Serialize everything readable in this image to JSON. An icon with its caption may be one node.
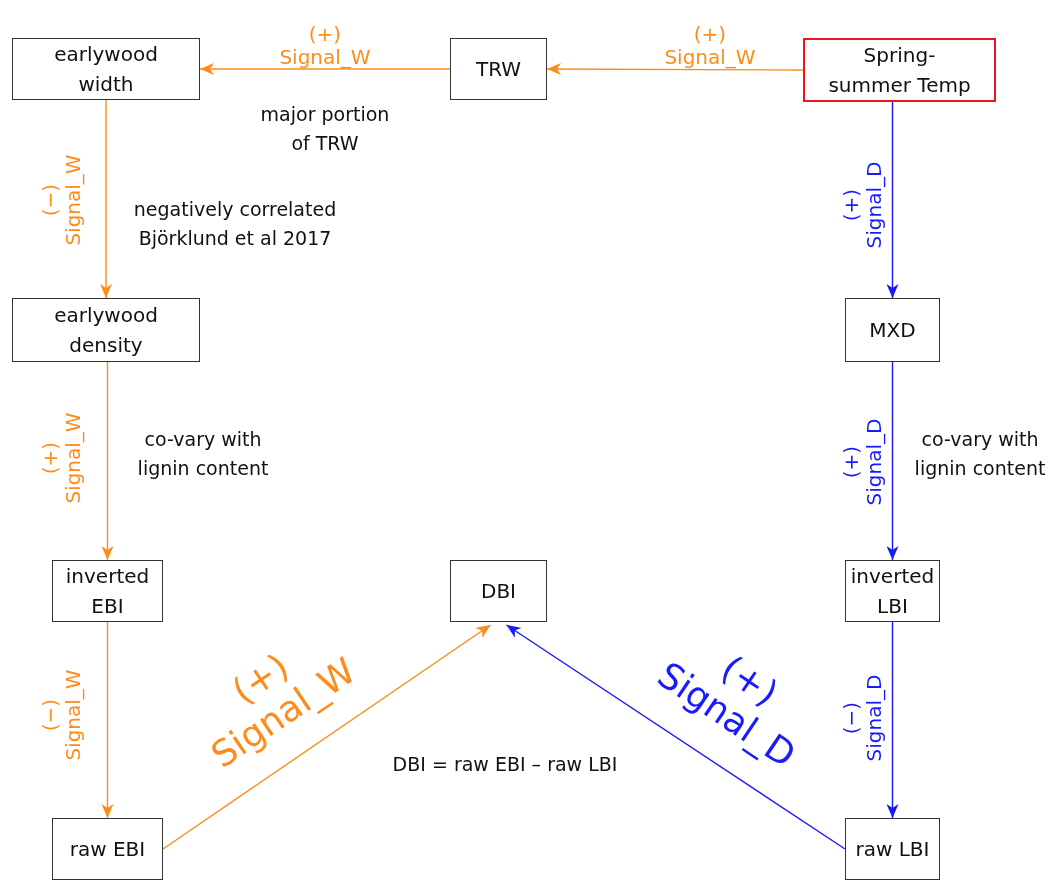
{
  "diagram": {
    "nodes": [
      {
        "text": [
          "earlywood width"
        ]
      },
      {
        "text": [
          "TRW"
        ]
      },
      {
        "text": [
          "Spring-summer Temp"
        ]
      },
      {
        "text": [
          "earlywood density"
        ]
      },
      {
        "text": [
          "MXD"
        ]
      },
      {
        "text": [
          "inverted EBI"
        ]
      },
      {
        "text": [
          "DBI"
        ]
      },
      {
        "text": [
          "inverted LBI"
        ]
      },
      {
        "text": [
          "raw EBI"
        ]
      },
      {
        "text": [
          "raw LBI"
        ]
      }
    ],
    "edges": [
      {
        "from": 2,
        "to": 1,
        "arrow": "to",
        "label": "(+) Signal_W"
      },
      {
        "from": 1,
        "to": 0,
        "arrow": "to",
        "label": "(+) Signal_W"
      },
      {
        "from": 0,
        "to": 3,
        "arrow": "to",
        "label": "(−) Signal_W"
      },
      {
        "from": 3,
        "to": 5,
        "arrow": "to",
        "label": "(+) Signal_W"
      },
      {
        "from": 5,
        "to": 8,
        "arrow": "to",
        "label": "(−) Signal_W"
      },
      {
        "from": 8,
        "to": 6,
        "arrow": "to",
        "label": "(+) Signal_W"
      },
      {
        "from": 2,
        "to": 4,
        "arrow": "to",
        "label": "(+) Signal_D",
        "color": "#1a1aff"
      },
      {
        "from": 4,
        "to": 7,
        "arrow": "to",
        "label": "(+) Signal_D",
        "color": "#1a1aff"
      },
      {
        "from": 7,
        "to": 9,
        "arrow": "to",
        "label": "(−) Signal_D",
        "color": "#1a1aff"
      },
      {
        "from": 9,
        "to": 6,
        "arrow": "to",
        "label": "(+) Signal_D",
        "color": "#1a1aff"
      }
    ],
    "labels": [
      "major portion of TRW",
      "negatively correlated Björklund et al 2017",
      "co-vary with lignin content",
      "co-vary with lignin content",
      "DBI = raw EBI – raw LBI"
    ]
  }
}
